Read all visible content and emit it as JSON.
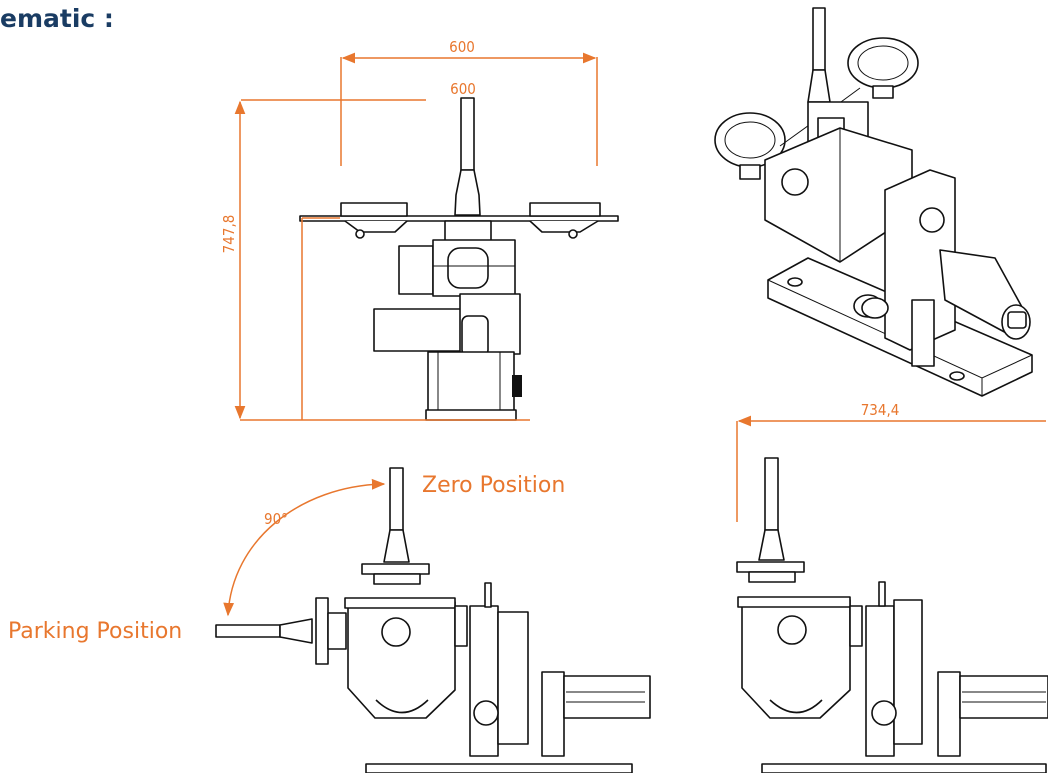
{
  "title": "ematic :",
  "colors": {
    "accent": "#e8772e",
    "title": "#1a3c63",
    "line": "#111111"
  },
  "dimensions": {
    "width_outer": "600",
    "width_inner": "600",
    "height": "747,8",
    "length": "734,4",
    "angle": "90°"
  },
  "labels": {
    "zero_position": "Zero Position",
    "parking_position": "Parking Position"
  }
}
